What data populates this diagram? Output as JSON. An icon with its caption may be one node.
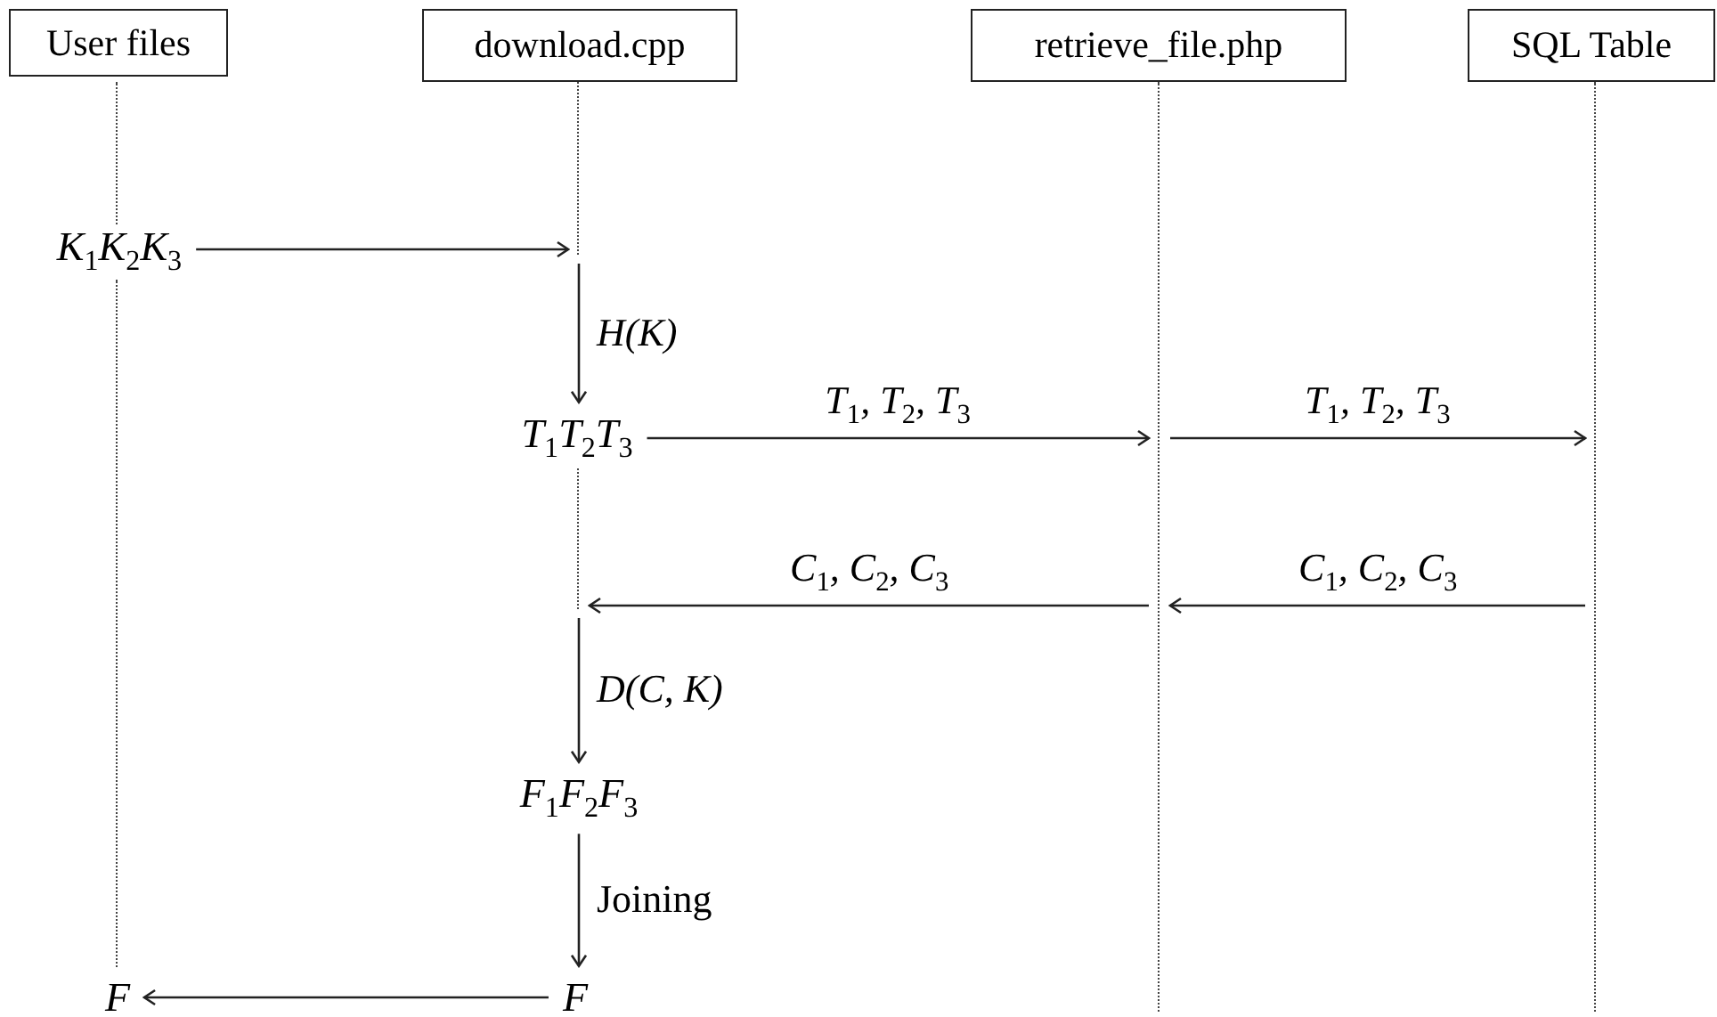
{
  "diagram": {
    "nodes": [
      {
        "text": [
          "User files"
        ]
      },
      {
        "text": [
          "download.cpp"
        ]
      },
      {
        "text": [
          "retrieve_file.php"
        ]
      },
      {
        "text": [
          "SQL Table"
        ]
      },
      {
        "text": [],
        "shape": "line"
      },
      {
        "text": [],
        "shape": "line"
      },
      {
        "text": [],
        "shape": "line"
      },
      {
        "text": [],
        "shape": "line"
      },
      {
        "text": [
          "K$_{1}$K$_{2}$K$_{3}$"
        ]
      },
      {
        "text": [
          "T$_{1}$T$_{2}$T$_{3}$"
        ]
      },
      {
        "text": [
          "F$_{1}$F$_{2}$F$_{3}$"
        ]
      },
      {
        "text": [
          "F"
        ]
      },
      {
        "text": [
          "F"
        ]
      },
      {
        "text": [],
        "shape": "line"
      },
      {
        "text": [],
        "shape": "line"
      }
    ],
    "edges": [
      {
        "from": 8,
        "to": 4,
        "arrow": "to"
      },
      {
        "from": 4,
        "to": 9,
        "label": "H(K)",
        "arrow": "to"
      },
      {
        "from": 9,
        "to": 6,
        "label": "T$_{1}$, T$_{2}$, T$_{3}$",
        "arrow": "to"
      },
      {
        "from": 6,
        "to": 7,
        "label": "T$_{1}$, T$_{2}$, T$_{3}$",
        "arrow": "to"
      },
      {
        "from": 7,
        "to": 6,
        "label": "C$_{1}$, C$_{2}$, C$_{3}$",
        "arrow": "to"
      },
      {
        "from": 6,
        "to": 5,
        "label": "C$_{1}$, C$_{2}$, C$_{3}$",
        "arrow": "to"
      },
      {
        "from": 5,
        "to": 10,
        "label": "D(C, K)",
        "arrow": "to"
      },
      {
        "from": 10,
        "to": 12,
        "label": "Joining",
        "arrow": "to"
      },
      {
        "from": 12,
        "to": 11,
        "arrow": "to"
      }
    ]
  }
}
